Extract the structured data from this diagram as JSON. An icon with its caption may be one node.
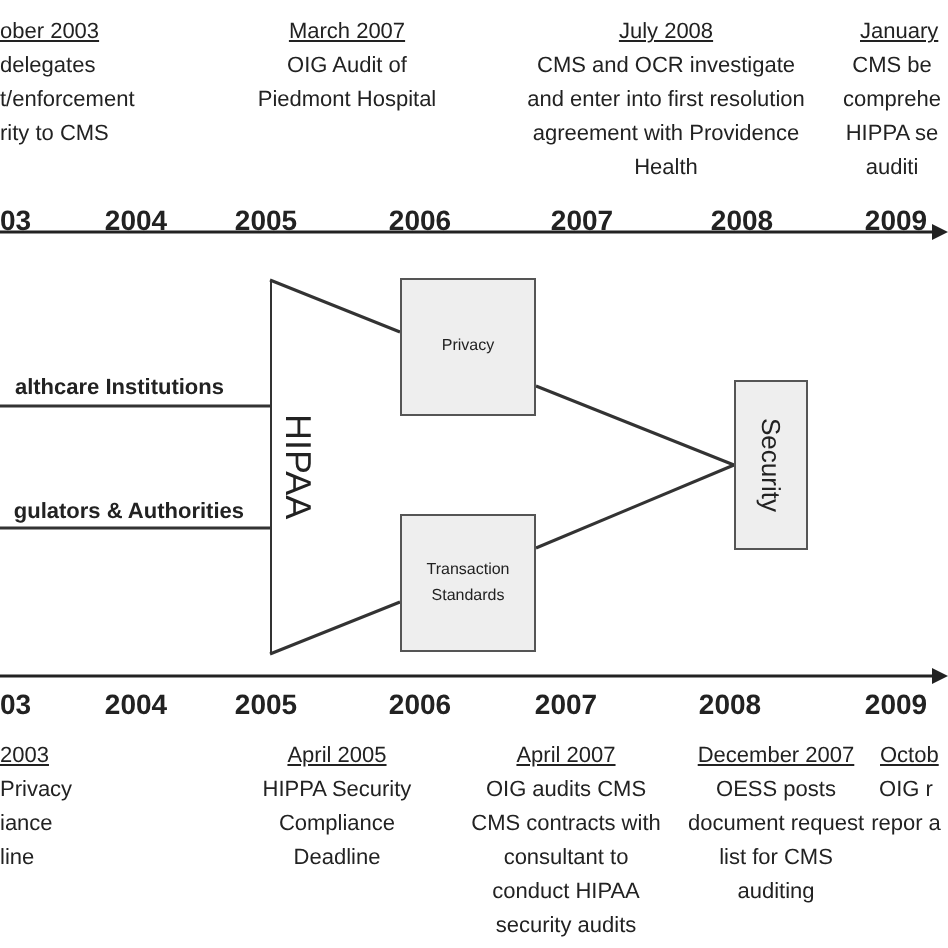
{
  "diagram": {
    "nodes": [
      {
        "text": [
          "althcare Institutions"
        ]
      },
      {
        "text": [
          "gulators & Authorities"
        ]
      },
      {
        "text": [
          "HIPAA"
        ]
      },
      {
        "text": [
          "Privacy"
        ]
      },
      {
        "text": [
          "Transaction Standards"
        ]
      },
      {
        "text": [
          "Security"
        ]
      }
    ],
    "edges": [
      {
        "from": 0,
        "to": 2,
        "arrow": "none"
      },
      {
        "from": 1,
        "to": 2,
        "arrow": "none"
      },
      {
        "from": 2,
        "to": 3,
        "arrow": "none"
      },
      {
        "from": 2,
        "to": 4,
        "arrow": "none"
      },
      {
        "from": 3,
        "to": 5,
        "arrow": "none"
      },
      {
        "from": 4,
        "to": 5,
        "arrow": "none"
      }
    ],
    "labels": [
      "ober 2003",
      "delegates t/enforcement rity to CMS",
      "March 2007",
      "OIG Audit of Piedmont Hospital",
      "July 2008",
      "CMS and OCR investigate and enter into first resolution agreement with Providence Health",
      "January",
      "CMS be comprehe HIPPA se auditi",
      "03",
      "2004",
      "2005",
      "2006",
      "2007",
      "2008",
      "2009",
      "03",
      "2004",
      "2005",
      "2006",
      "2007",
      "2008",
      "2009",
      "2003",
      "Privacy iance line",
      "April 2005",
      "HIPPA Security Compliance Deadline",
      "April 2007",
      "OIG audits CMS",
      "CMS contracts with consultant to conduct HIPAA security audits",
      "December 2007",
      "OESS posts document request list for CMS auditing",
      "Octob",
      "OIG r repor a"
    ]
  }
}
